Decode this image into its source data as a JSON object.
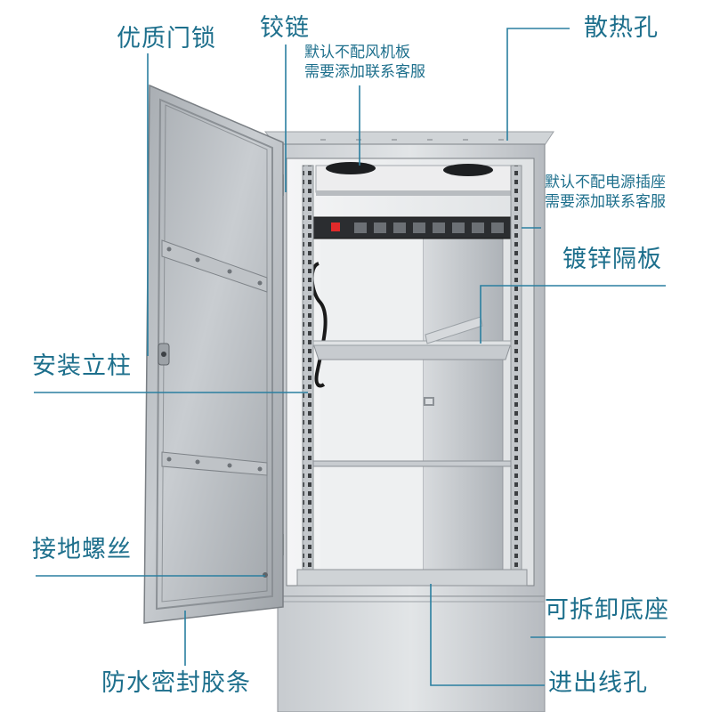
{
  "callouts": {
    "door_lock": "优质门锁",
    "hinge": "铰链",
    "fan_note_line1": "默认不配风机板",
    "fan_note_line2": "需要添加联系客服",
    "vent_holes": "散热孔",
    "pdu_note_line1": "默认不配电源插座",
    "pdu_note_line2": "需要添加联系客服",
    "galvanized_shelf": "镀锌隔板",
    "mounting_post": "安装立柱",
    "ground_screw": "接地螺丝",
    "detachable_base": "可拆卸底座",
    "waterproof_strip": "防水密封胶条",
    "cable_entry": "进出线孔"
  },
  "colors": {
    "label_text": "#1d6f8c",
    "leader_line": "#2a7fa0",
    "cabinet_steel": "#b9bec3",
    "background": "#ffffff"
  }
}
